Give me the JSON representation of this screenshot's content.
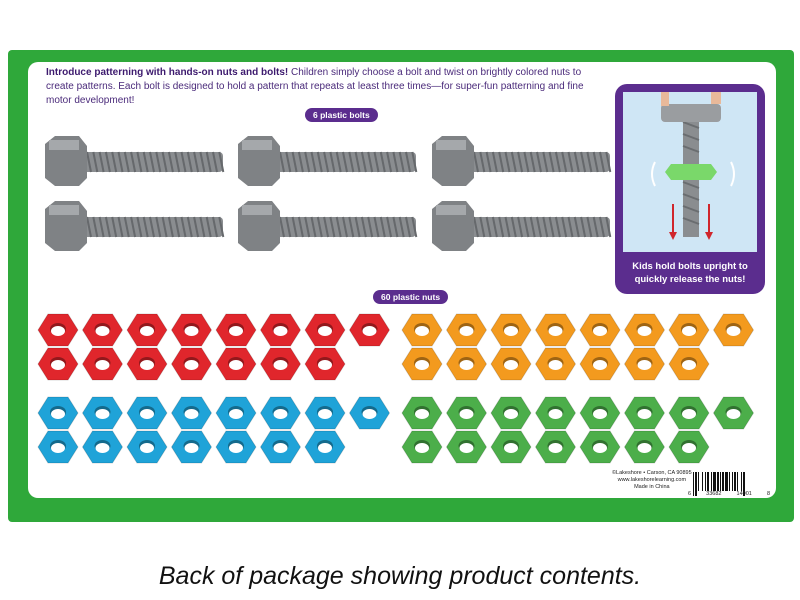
{
  "intro": {
    "bold": "Introduce patterning with hands-on nuts and bolts!",
    "text": " Children simply choose a bolt and twist on brightly colored nuts to create patterns. Each bolt is designed to hold a pattern that repeats at least three times—for super-fun patterning and fine motor development!"
  },
  "bolts_label": "6 plastic bolts",
  "nuts_label": "60 plastic nuts",
  "illustration": {
    "caption_line1": "Kids hold bolts upright to",
    "caption_line2": "quickly release the nuts!"
  },
  "legal": {
    "line1": "©Lakeshore • Carson, CA 90895",
    "line2": "www.lakeshorelearning.com",
    "line3": "Made in China"
  },
  "barcode_digits": [
    "6",
    "33682",
    "14001",
    "8"
  ],
  "caption": "Back of package showing product contents.",
  "colors": {
    "frame": "#2fa83a",
    "accent": "#5b2d8e",
    "bolt": "#8a8d90"
  },
  "nut_groups": [
    {
      "color": "red",
      "hex": "#e0262c",
      "count": 15
    },
    {
      "color": "orange",
      "hex": "#f39a1e",
      "count": 15
    },
    {
      "color": "blue",
      "hex": "#1fa3d8",
      "count": 15
    },
    {
      "color": "green",
      "hex": "#4cae4a",
      "count": 15
    }
  ],
  "bolt_count": 6
}
